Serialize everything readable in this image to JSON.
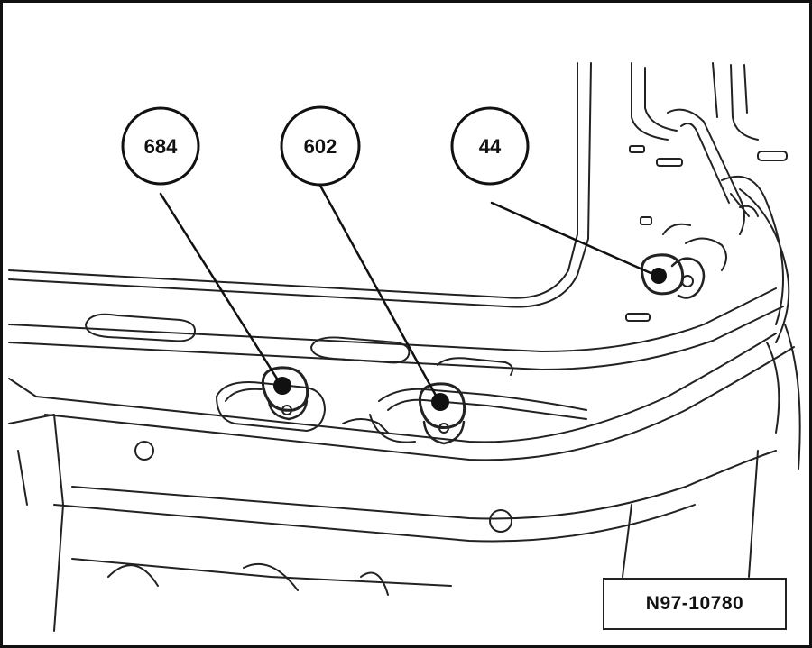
{
  "callouts": [
    {
      "id": "c684",
      "label": "684"
    },
    {
      "id": "c602",
      "label": "602"
    },
    {
      "id": "c44",
      "label": "44"
    }
  ],
  "reference_code": "N97-10780",
  "colors": {
    "line": "#111111",
    "background": "#ffffff"
  }
}
